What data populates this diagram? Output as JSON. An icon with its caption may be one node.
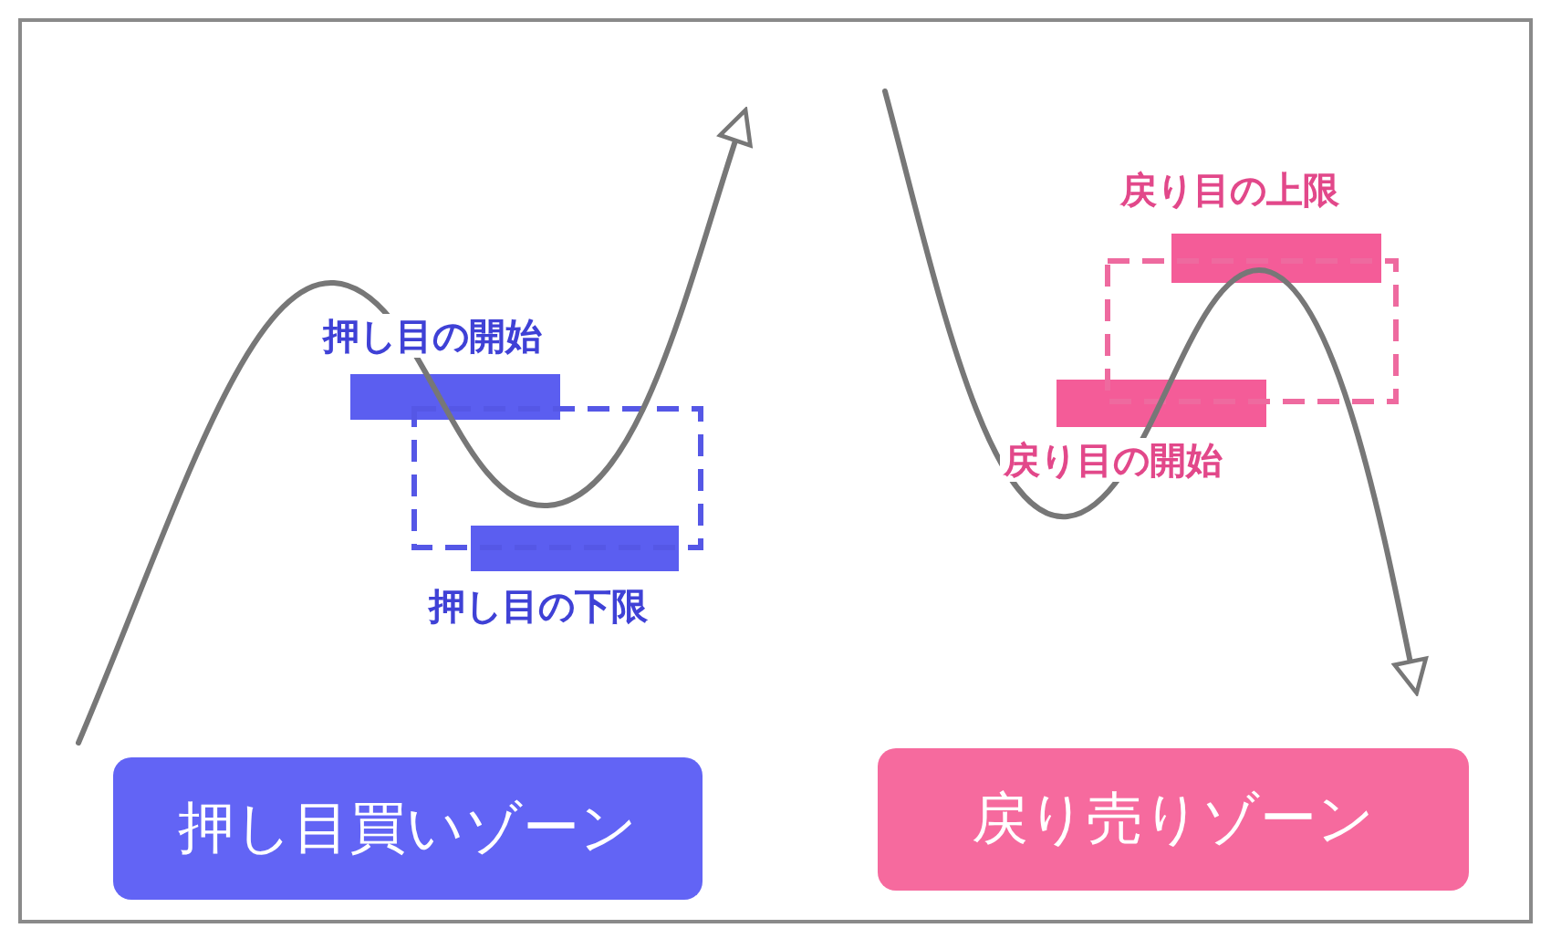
{
  "diagram": {
    "nodes": [
      {
        "text": [
          "押し目の開始"
        ]
      },
      {
        "text": [
          "押し目の下限"
        ]
      },
      {
        "text": [
          "押し目買いゾーン"
        ]
      },
      {
        "text": [
          "戻り目の上限"
        ]
      },
      {
        "text": [
          "戻り目の開始"
        ]
      },
      {
        "text": [
          "戻り売りゾーン"
        ]
      },
      {
        "text": [],
        "shape": "box"
      },
      {
        "text": [],
        "shape": "box"
      }
    ]
  }
}
